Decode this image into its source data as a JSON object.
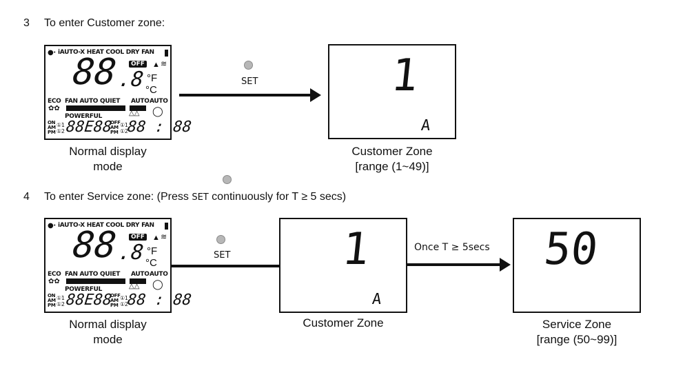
{
  "step3": {
    "number": "3",
    "text": "To enter Customer zone:",
    "button_label": "SET",
    "source_caption_line1": "Normal display",
    "source_caption_line2": "mode",
    "target_display_main": "1",
    "target_display_sub": "A",
    "target_caption_line1": "Customer Zone",
    "target_caption_line2": "[range (1~49)]"
  },
  "step4": {
    "number": "4",
    "text_before": "To enter Service zone: (Press ",
    "text_key": "SET",
    "text_after": " continuously for T ≥ 5 secs)",
    "button_label": "SET",
    "source_caption_line1": "Normal display",
    "source_caption_line2": "mode",
    "middle_display_main": "1",
    "middle_display_sub": "A",
    "middle_caption": "Customer Zone",
    "transition_label": "Once T ≥ 5secs",
    "target_display_main": "50",
    "target_caption_line1": "Service Zone",
    "target_caption_line2": "[range (50~99)]"
  },
  "lcd": {
    "modes": "iAUTO-X HEAT COOL DRY FAN",
    "off_badge": "OFF",
    "temp_digits": "88",
    "temp_decimal": ".8",
    "unit_f": "°F",
    "unit_c": "°C",
    "eco": "ECO",
    "fan_row": "FAN AUTO QUIET",
    "auto1": "AUTO",
    "auto2": "AUTO",
    "powerful": "POWERFUL",
    "on_label": "ON",
    "am_label": "AM",
    "pm_label": "PM",
    "off_label": "OFF",
    "timer1": "①1",
    "timer2": "①2",
    "timer_digits_left": "88E88",
    "timer_digits_right": "88 : 88"
  },
  "colors": {
    "button_gray": "#b7b7b7",
    "ink": "#111111"
  }
}
